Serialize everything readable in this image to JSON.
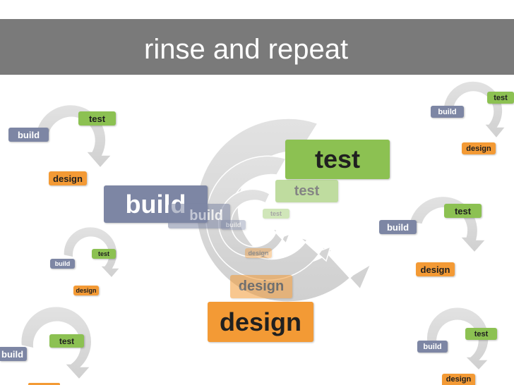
{
  "slide": {
    "title": "rinse and repeat"
  },
  "diagram": {
    "main_cycle": {
      "build": "build",
      "test": "test",
      "design": "design"
    },
    "mini_cycle_label_build": "build",
    "mini_cycle_label_test": "test",
    "mini_cycle_label_design": "design",
    "colors": {
      "build": "#7d86a4",
      "test": "#8cc152",
      "design": "#f39a35",
      "arrow": "#e5e5e5",
      "title_bar": "#7a7a7a"
    }
  }
}
